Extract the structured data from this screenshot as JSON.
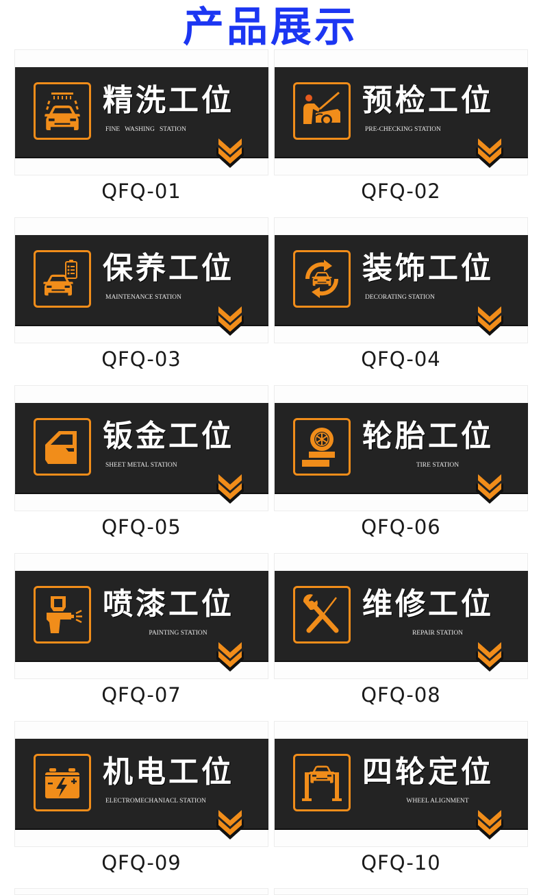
{
  "page": {
    "title": "产品展示",
    "title_color": "#1c36f2"
  },
  "colors": {
    "band": "#232323",
    "accent": "#f18d1a",
    "text": "#ffffff"
  },
  "products": [
    {
      "code": "QFQ-01",
      "title_cn": "精洗工位",
      "title_en": "FINE   WASHING   STATION",
      "icon": "car-wash-icon"
    },
    {
      "code": "QFQ-02",
      "title_cn": "预检工位",
      "title_en": "PRE-CHECKING STATION",
      "icon": "pre-check-icon"
    },
    {
      "code": "QFQ-03",
      "title_cn": "保养工位",
      "title_en": "MAINTENANCE STATION",
      "icon": "maintenance-icon"
    },
    {
      "code": "QFQ-04",
      "title_cn": "装饰工位",
      "title_en": "DECORATING STATION",
      "icon": "decorating-icon"
    },
    {
      "code": "QFQ-05",
      "title_cn": "钣金工位",
      "title_en": "SHEET METAL STATION",
      "icon": "car-door-icon"
    },
    {
      "code": "QFQ-06",
      "title_cn": "轮胎工位",
      "title_en": "TIRE STATION",
      "icon": "tire-icon"
    },
    {
      "code": "QFQ-07",
      "title_cn": "喷漆工位",
      "title_en": "PAINTING STATION",
      "icon": "spray-painter-icon"
    },
    {
      "code": "QFQ-08",
      "title_cn": "维修工位",
      "title_en": "REPAIR STATION",
      "icon": "wrench-screwdriver-icon"
    },
    {
      "code": "QFQ-09",
      "title_cn": "机电工位",
      "title_en": "ELECTROMECHANIACL STATION",
      "icon": "battery-icon"
    },
    {
      "code": "QFQ-10",
      "title_cn": "四轮定位",
      "title_en": "WHEEL ALIGNMENT",
      "icon": "car-lift-icon"
    }
  ]
}
